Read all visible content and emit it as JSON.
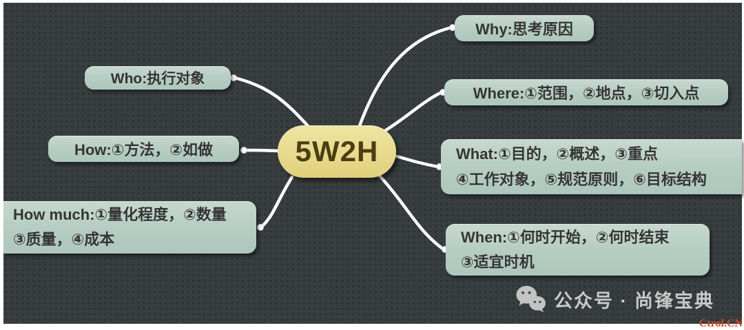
{
  "title": "5W2H mind map",
  "center": {
    "label": "5W2H"
  },
  "branches": [
    {
      "id": "why",
      "lines": [
        "Why:思考原因"
      ]
    },
    {
      "id": "where",
      "lines": [
        "Where:①范围，②地点，③切入点"
      ]
    },
    {
      "id": "what",
      "lines": [
        "What:①目的，②概述，③重点",
        "④工作对象，⑤规范原则，⑥目标结构"
      ]
    },
    {
      "id": "when",
      "lines": [
        "When:①何时开始，②何时结束",
        "③适宜时机"
      ]
    },
    {
      "id": "who",
      "lines": [
        "Who:执行对象"
      ]
    },
    {
      "id": "how",
      "lines": [
        "How:①方法，②如做"
      ]
    },
    {
      "id": "how_much",
      "lines": [
        "How much:①量化程度，②数量",
        "③质量，④成本"
      ]
    }
  ],
  "footer": {
    "wechat_label": "公众号 · 尚锋宝典"
  },
  "watermark": "Ctrol.CN",
  "colors": {
    "background": "#383e3f",
    "background_dot": "#2b3031",
    "branch_node_fill": "#b8cec5",
    "center_node_fill": "#e8db8f",
    "center_text": "#4e3d0f",
    "branch_text": "#343434",
    "connector": "#ffffff",
    "footer_text": "#c9c9c9",
    "watermark_text": "#cc4a26"
  }
}
